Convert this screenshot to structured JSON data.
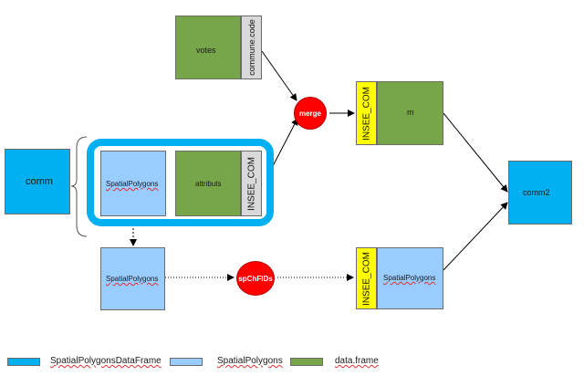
{
  "nodes": {
    "votes": "votes",
    "commune_code": "commune.code",
    "comm": "comm",
    "spatial_polygons_inner": "SpatialPolygons",
    "attributs": "attributs",
    "insee_com_inner": "INSEE_COM",
    "spatial_polygons_copy": "SpatialPolygons",
    "merge": "merge",
    "spchfids": "spChFIDs",
    "insee_com_m": "INSEE_COM",
    "m": "m",
    "insee_com_sp": "INSEE_COM",
    "spatial_polygons_out": "SpatialPolygons",
    "comm2": "comm2"
  },
  "legend": [
    {
      "label": "SpatialPolygonsDataFrame",
      "color": "#00b0f0"
    },
    {
      "label": "SpatialPolygons",
      "color": "#99ccff"
    },
    {
      "label": "data.frame",
      "color": "#77a54a"
    }
  ],
  "colors": {
    "spatial_polygons_data_frame": "#00b0f0",
    "spatial_polygons": "#99ccff",
    "data_frame": "#77a54a",
    "key_column": "#d9d9d9",
    "key_column_merged": "#ffff00",
    "operation": "#ff0000"
  }
}
